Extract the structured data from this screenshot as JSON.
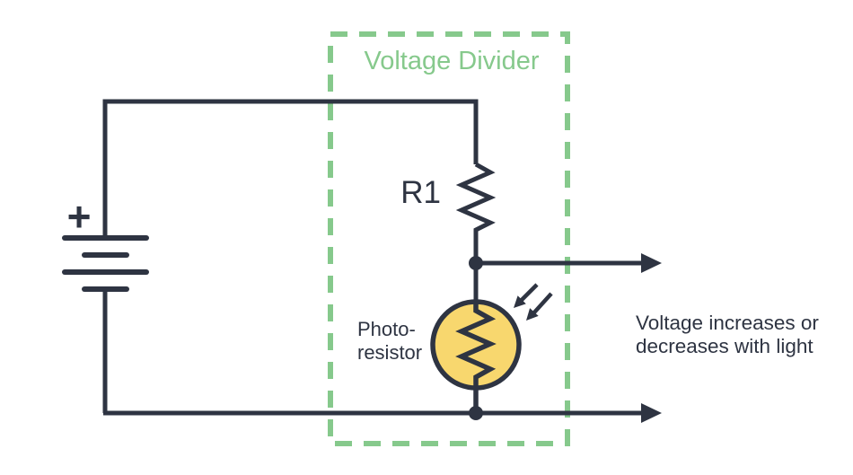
{
  "colors": {
    "wire": "#2e3442",
    "accent_green": "#86c98c",
    "photoresistor_fill": "#f8d76e",
    "background": "#ffffff"
  },
  "voltage_divider": {
    "title": "Voltage Divider"
  },
  "battery": {
    "polarity": "+"
  },
  "resistor": {
    "label": "R1"
  },
  "photoresistor": {
    "label_line1": "Photo-",
    "label_line2": "resistor"
  },
  "output_note": {
    "line1": "Voltage increases or",
    "line2": "decreases with light"
  }
}
